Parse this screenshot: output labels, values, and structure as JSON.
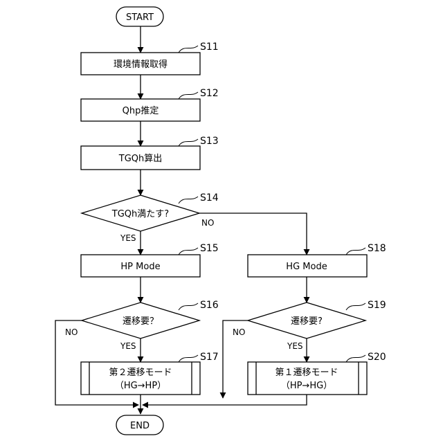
{
  "terminals": {
    "start": "START",
    "end": "END"
  },
  "steps": {
    "s11": {
      "id": "S11",
      "label": "環境情報取得"
    },
    "s12": {
      "id": "S12",
      "label": "Qhp推定"
    },
    "s13": {
      "id": "S13",
      "label": "TGQh算出"
    },
    "s14": {
      "id": "S14",
      "label": "TGQh満たす?"
    },
    "s15": {
      "id": "S15",
      "label": "HP Mode"
    },
    "s16": {
      "id": "S16",
      "label": "遷移要？"
    },
    "s17": {
      "id": "S17",
      "label": "第２遷移モード",
      "sublabel": "（HG→HP）"
    },
    "s18": {
      "id": "S18",
      "label": "HG Mode"
    },
    "s19": {
      "id": "S19",
      "label": "遷移要?"
    },
    "s20": {
      "id": "S20",
      "label": "第１遷移モード",
      "sublabel": "（HP→HG）"
    }
  },
  "branches": {
    "s14_no": "NO",
    "s14_yes": "YES",
    "s16_no": "NO",
    "s16_yes": "YES",
    "s19_no": "NO",
    "s19_yes": "YES"
  }
}
